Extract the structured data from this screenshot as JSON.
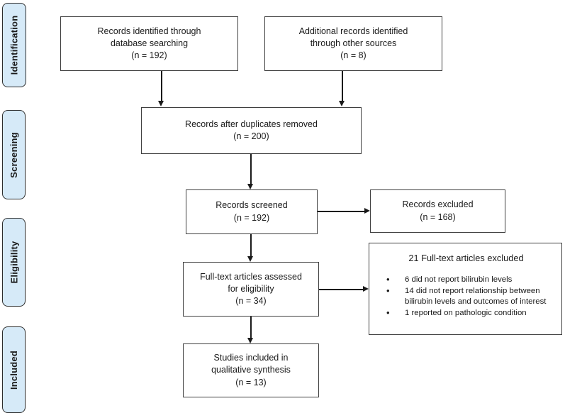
{
  "colors": {
    "background": "#ffffff",
    "stage_fill": "#d6eaf8",
    "stage_border": "#2d2d2d",
    "node_border": "#3f3f3f",
    "arrow": "#1a1a1a",
    "text": "#1a1a1a"
  },
  "stages": [
    {
      "label": "Identification"
    },
    {
      "label": "Screening"
    },
    {
      "label": "Eligibility"
    },
    {
      "label": "Included"
    }
  ],
  "nodes": {
    "records_identified": {
      "text": "Records identified through\ndatabase searching\n(n =  192)"
    },
    "additional_records": {
      "text": "Additional records identified\nthrough other sources\n(n = 8)"
    },
    "duplicates_removed": {
      "text": "Records after duplicates removed\n(n = 200)"
    },
    "records_screened": {
      "text": "Records screened\n(n = 192)"
    },
    "records_excluded": {
      "text": "Records excluded\n(n = 168)"
    },
    "fulltext_assessed": {
      "text": "Full-text articles assessed\nfor eligibility\n(n = 34)"
    },
    "fulltext_excluded": {
      "title": "21 Full-text articles excluded",
      "reasons": [
        "6 did not report bilirubin levels",
        "14 did not report relationship between bilirubin levels and outcomes of interest",
        "1 reported on pathologic condition"
      ]
    },
    "studies_included": {
      "text": "Studies included in\nqualitative synthesis\n(n = 13)"
    }
  }
}
